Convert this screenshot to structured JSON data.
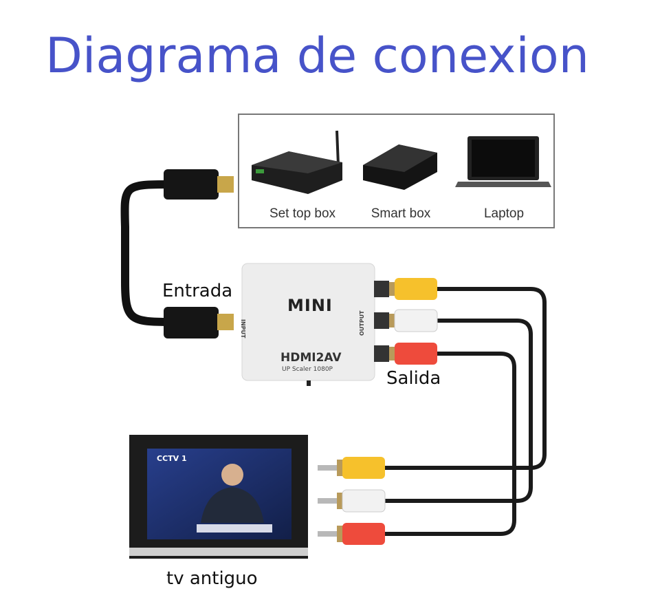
{
  "title": "Diagrama de conexion",
  "sources": {
    "items": [
      {
        "label": "Set top box"
      },
      {
        "label": "Smart box"
      },
      {
        "label": "Laptop"
      }
    ]
  },
  "converter": {
    "brand": "MINI",
    "model": "HDMI2AV",
    "subtitle": "UP Scaler 1080P",
    "input_port": "INPUT",
    "output_port": "OUTPUT"
  },
  "labels": {
    "input": "Entrada",
    "output": "Salida",
    "tv": "tv antiguo"
  },
  "tv_screen": {
    "channel": "CCTV 1"
  },
  "colors": {
    "title": "#4753c9",
    "rca_yellow": "#f6c12c",
    "rca_white": "#f2f2f2",
    "rca_red": "#ee4b3c",
    "cable": "#1a1a1a"
  }
}
